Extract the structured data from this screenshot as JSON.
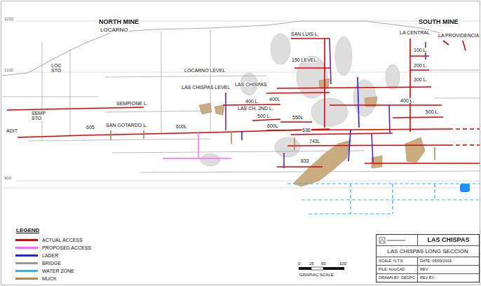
{
  "diagram": {
    "nodes": [
      {
        "text": [
          "LAS CHISPAS",
          "LAS CHISPAS LONG SECCION",
          "SCALE: N.T.S",
          "DATE: 05/09/2019",
          "FILE: AutoCAD",
          "REV:",
          "DRAWN BY: DEGPC",
          "REV BY:"
        ]
      }
    ],
    "labels": [
      "NORTH MINE",
      "SOUTH MINE",
      "LOCARNO",
      "SAN LUIS L.",
      "LA CENTRAL",
      "LA PROVIDENCIA",
      "100 L.",
      "200 L.",
      "150 LEVEL",
      "LOCARNO LEVEL",
      "300 L.",
      "LAS CHISPAS LEVEL",
      "LAS CHISPAS",
      "400L",
      "400 L.",
      "400 L.",
      "LAS CH. 2ND L.",
      "500 L.",
      "500 L.",
      "550L",
      "SEMPIONE L.",
      "SAN GOTARDO L.",
      "605",
      "600L",
      "600L",
      "636",
      "743L",
      "833",
      "ADIT",
      "LOC STO",
      "SEMP STO",
      "1200",
      "1100",
      "900",
      "LEGEND",
      "0",
      "25",
      "50",
      "100",
      "GRAPHIC SCALE"
    ],
    "legend": [
      {
        "text": "ACTUAL ACCESS",
        "color": "#e00000"
      },
      {
        "text": "PROPOSED ACCESS",
        "color": "#ff66ff"
      },
      {
        "text": "LADER",
        "color": "#1f1fff"
      },
      {
        "text": "BRIDGE",
        "color": "#999999"
      },
      {
        "text": "WATER ZONE",
        "color": "#33b5e5"
      },
      {
        "text": "MUCK",
        "color": "#b08a4a"
      }
    ]
  }
}
